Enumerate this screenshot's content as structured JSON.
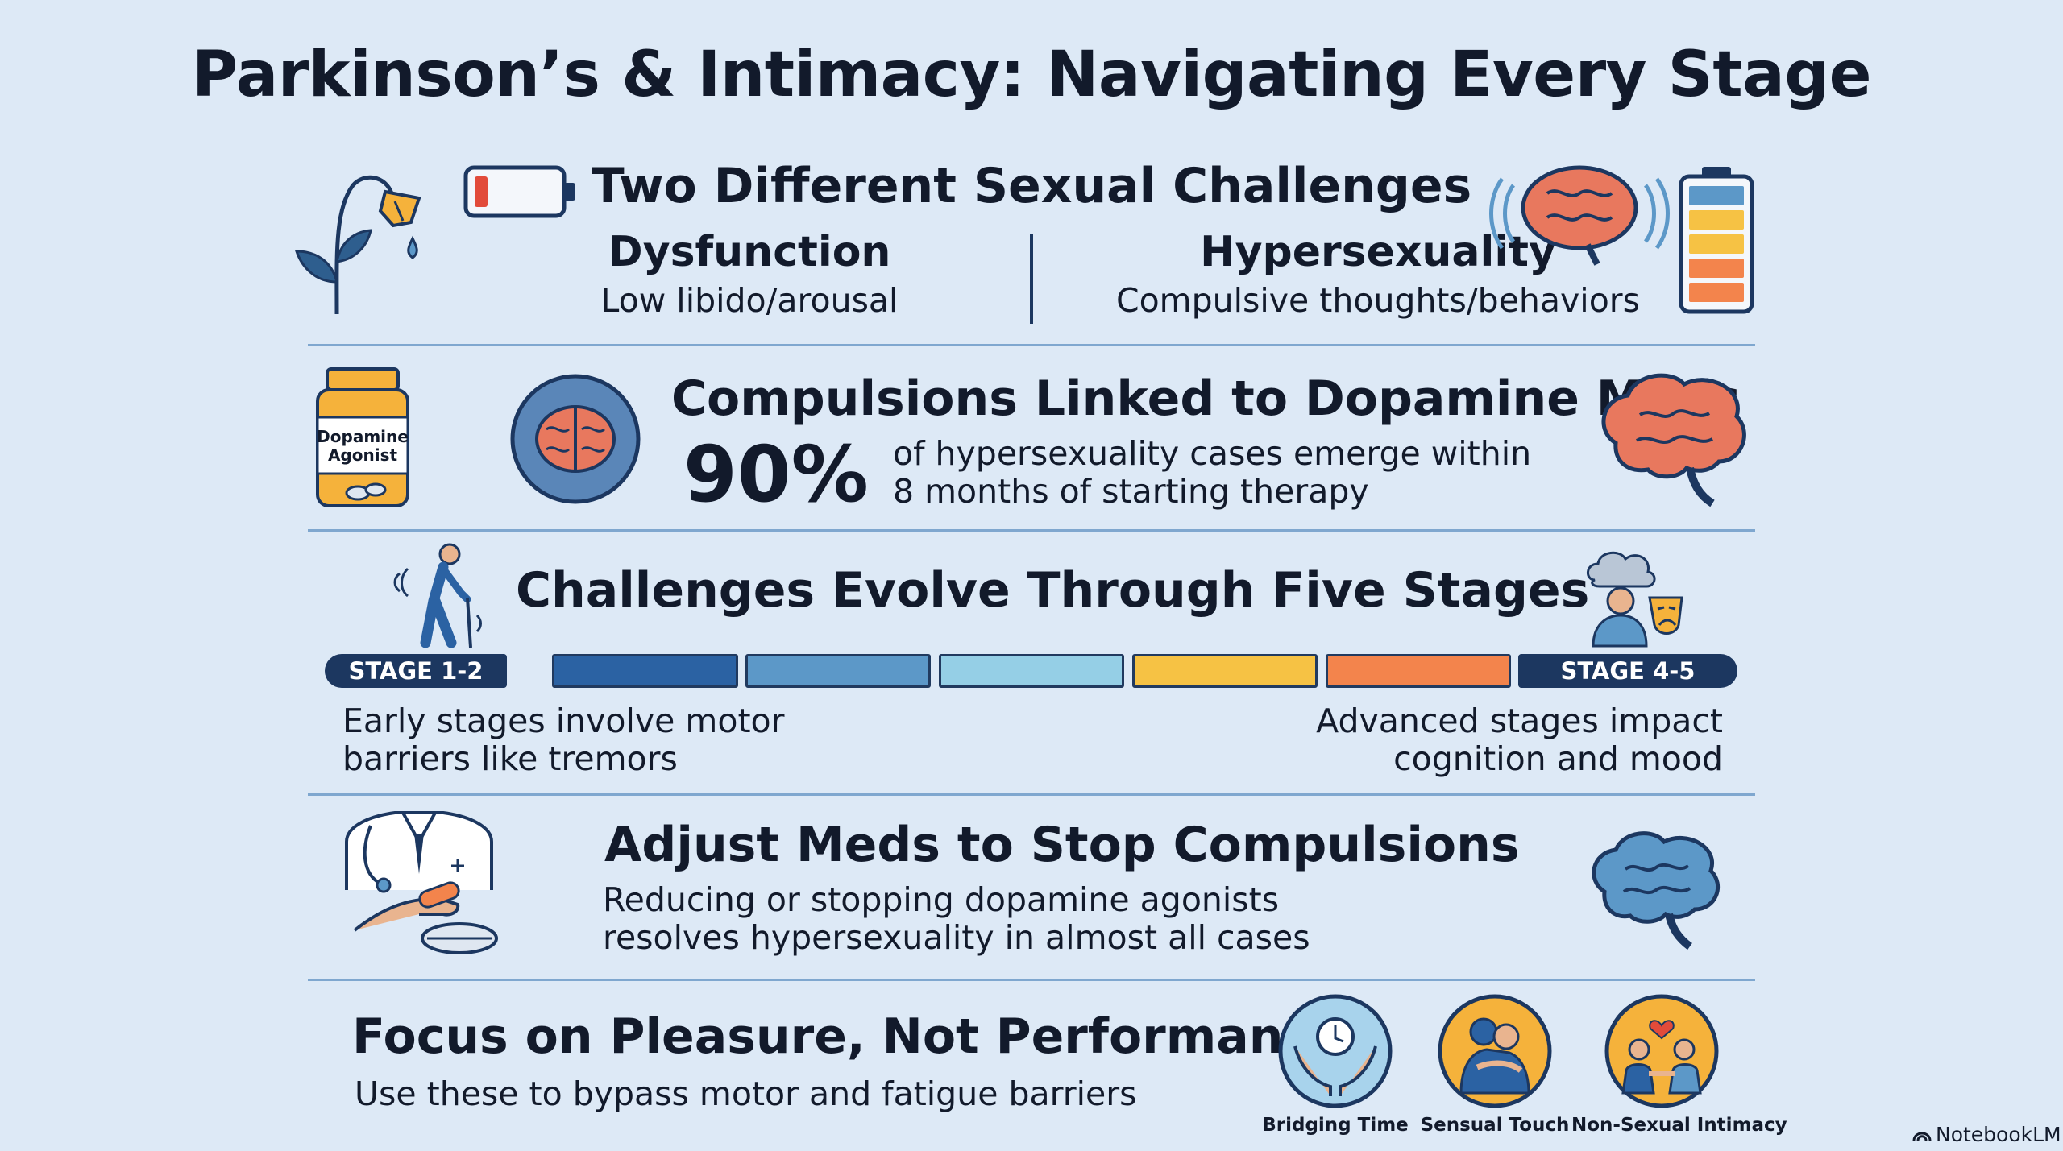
{
  "title": "Parkinson’s & Intimacy: Navigating Every Stage",
  "section1": {
    "heading": "Two Different Sexual Challenges",
    "left_label": "Dysfunction",
    "left_desc": "Low libido/arousal",
    "right_label": "Hypersexuality",
    "right_desc": "Compulsive thoughts/behaviors"
  },
  "section2": {
    "heading": "Compulsions Linked to Dopamine Meds",
    "stat": "90%",
    "stat_desc_line1": "of hypersexuality cases emerge within",
    "stat_desc_line2": "8 months of starting therapy",
    "bottle_label_line1": "Dopamine",
    "bottle_label_line2": "Agonist"
  },
  "section3": {
    "heading": "Challenges Evolve Through Five Stages",
    "stage_start": "STAGE 1-2",
    "stage_end": "STAGE 4-5",
    "segment_colors": [
      "#2b62a3",
      "#5c98c8",
      "#95cfe6",
      "#f6c244",
      "#f3844c"
    ],
    "left_desc_line1": "Early stages involve motor",
    "left_desc_line2": "barriers like tremors",
    "right_desc_line1": "Advanced stages impact",
    "right_desc_line2": "cognition and mood"
  },
  "section4": {
    "heading": "Adjust Meds to Stop Compulsions",
    "desc_line1": "Reducing or stopping dopamine agonists",
    "desc_line2": "resolves hypersexuality in almost all cases"
  },
  "section5": {
    "heading": "Focus on Pleasure, Not Performance",
    "desc": "Use these to bypass motor and fatigue barriers",
    "icons": [
      {
        "label": "Bridging Time",
        "icon": "hands-clock-icon"
      },
      {
        "label": "Sensual Touch",
        "icon": "embrace-icon"
      },
      {
        "label": "Non-Sexual Intimacy",
        "icon": "couple-hearts-icon"
      }
    ]
  },
  "watermark": "NotebookLM",
  "colors": {
    "background": "#dde9f6",
    "navy": "#1c3760",
    "divider": "#7fa7cf",
    "brain": "#e8785e",
    "orange": "#f5b23b"
  }
}
